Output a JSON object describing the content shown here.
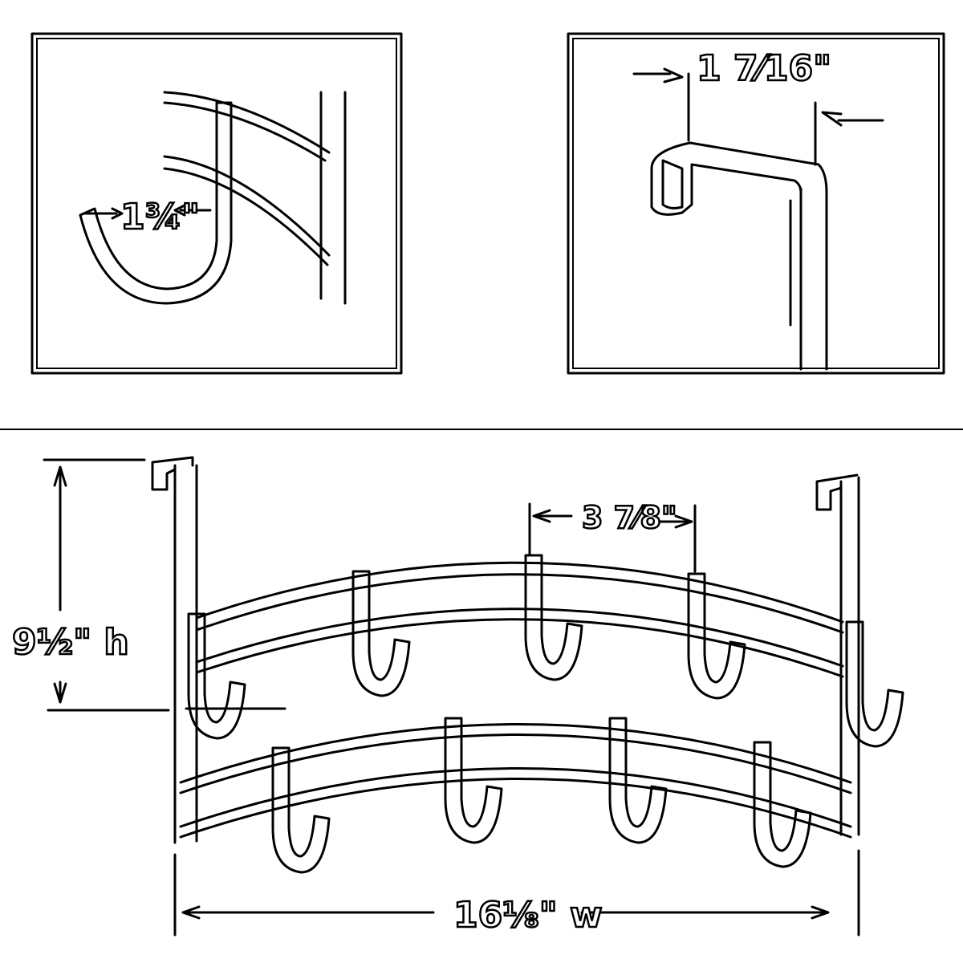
{
  "dimensions": {
    "hook_depth": "1¾\"",
    "door_thickness": "1 7⁄16\"",
    "hook_spacing": "3 7⁄8\"",
    "height": "9½\" h",
    "width": "16⅛\" w"
  },
  "colors": {
    "line": "#000000",
    "background": "#ffffff"
  }
}
